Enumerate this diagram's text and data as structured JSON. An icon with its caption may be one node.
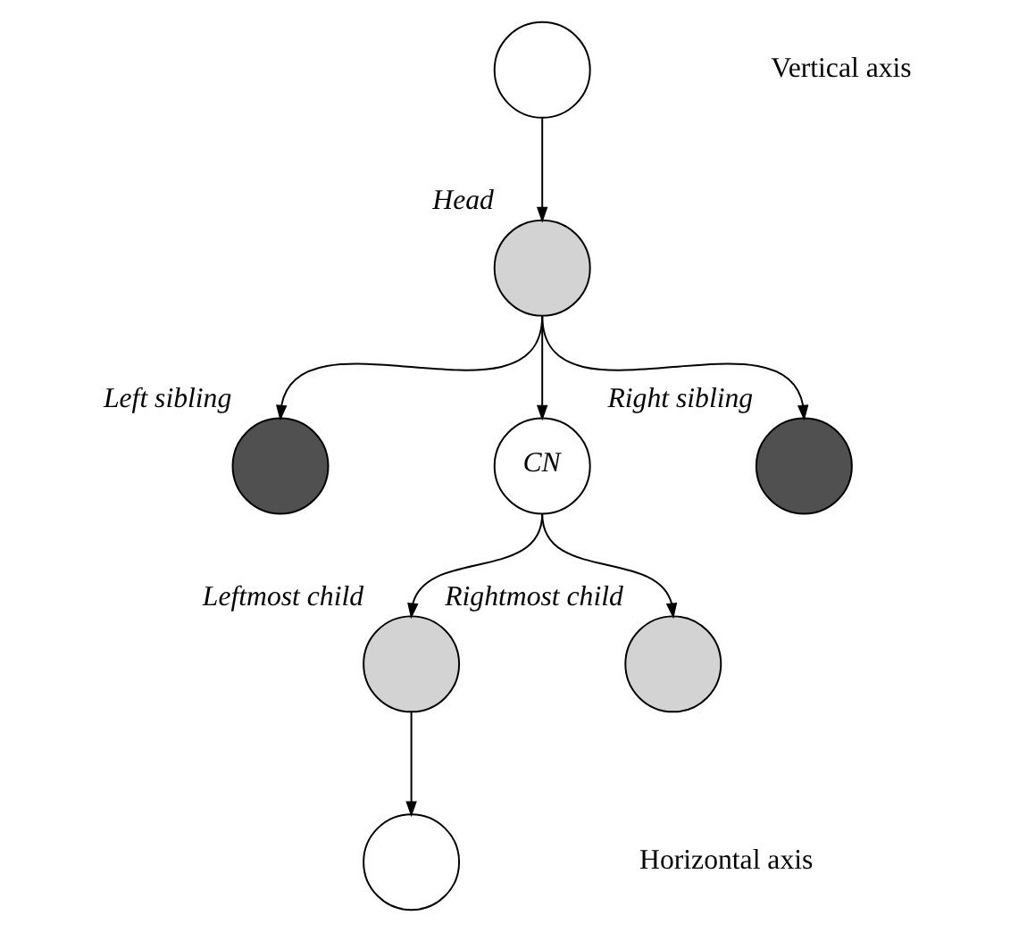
{
  "diagram": {
    "nodes": [
      {
        "text": [],
        "shape": "circle"
      },
      {
        "text": [],
        "shape": "circle",
        "beside": [
          "Head"
        ]
      },
      {
        "text": [],
        "shape": "circle",
        "beside": [
          "Left sibling"
        ]
      },
      {
        "text": [
          "CN"
        ]
      },
      {
        "text": [],
        "shape": "circle",
        "beside": [
          "Right sibling"
        ]
      },
      {
        "text": [],
        "shape": "circle",
        "beside": [
          "Leftmost child"
        ]
      },
      {
        "text": [],
        "shape": "circle",
        "beside": [
          "Rightmost child"
        ]
      },
      {
        "text": [],
        "shape": "circle"
      }
    ],
    "edges": [
      {
        "from": 0,
        "to": 1,
        "arrow": "to"
      },
      {
        "from": 1,
        "to": 2,
        "arrow": "to"
      },
      {
        "from": 1,
        "to": 3,
        "arrow": "to"
      },
      {
        "from": 1,
        "to": 4,
        "arrow": "to"
      },
      {
        "from": 3,
        "to": 5,
        "arrow": "to"
      },
      {
        "from": 3,
        "to": 6,
        "arrow": "to"
      },
      {
        "from": 5,
        "to": 7,
        "arrow": "to"
      }
    ],
    "labels": [
      "Vertical axis",
      "Horizontal axis"
    ]
  }
}
